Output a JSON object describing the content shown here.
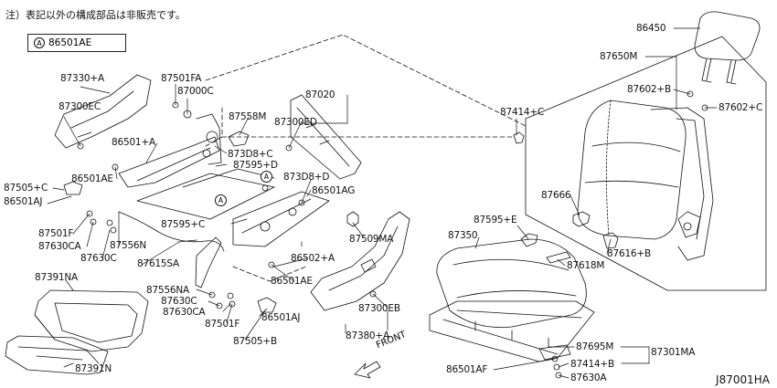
{
  "note": "注）表記以外の構成部品は非販売です。",
  "legend": {
    "marker": "A",
    "part": "86501AE"
  },
  "diagram_code": "J87001HA",
  "front_label": "FRONT",
  "callout_marker": "A",
  "labels": {
    "p86450": "86450",
    "p87650M": "87650M",
    "p87602B": "87602+B",
    "p87602C": "87602+C",
    "p87414C": "87414+C",
    "p87666": "87666",
    "p87595E": "87595+E",
    "p87350": "87350",
    "p87616B": "87616+B",
    "p87618M": "87618M",
    "p87695M": "87695M",
    "p87301MA": "87301MA",
    "p86501AF": "86501AF",
    "p87414B": "87414+B",
    "p87630A": "87630A",
    "p87330A": "87330+A",
    "p87300EC": "87300EC",
    "p87501FA": "87501FA",
    "p87000C": "87000C",
    "p86501A": "86501+A",
    "p86501AE1": "86501AE",
    "p87505C": "87505+C",
    "p86501AJ1": "86501AJ",
    "p87501F1": "87501F",
    "p87630CA1": "87630CA",
    "p87556N": "87556N",
    "p87630C1": "87630C",
    "p87615SA": "87615SA",
    "p87558M": "87558M",
    "p87300ED": "87300ED",
    "p87020": "87020",
    "p873D8C": "873D8+C",
    "p87595D": "87595+D",
    "p873D8D": "873D8+D",
    "p86501AG": "86501AG",
    "p87595C": "87595+C",
    "p87509MA": "87509MA",
    "p86502A": "86502+A",
    "p86501AE2": "86501AE",
    "p87300EB": "87300EB",
    "p87391NA": "87391NA",
    "p87556NA": "87556NA",
    "p87630C2": "87630C",
    "p87630CA2": "87630CA",
    "p87501F2": "87501F",
    "p86501AJ2": "86501AJ",
    "p87505B": "87505+B",
    "p87380A": "87380+A",
    "p87391N": "87391N"
  }
}
